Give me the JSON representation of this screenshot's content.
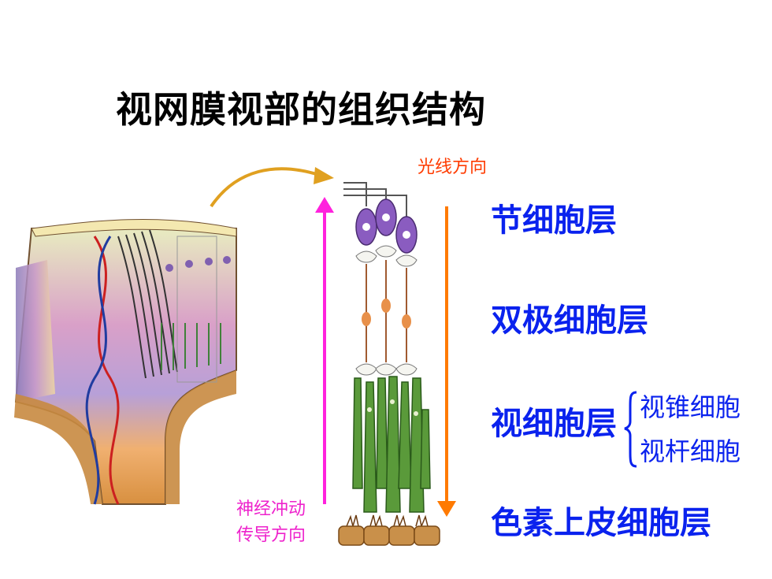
{
  "title": "视网膜视部的组织结构",
  "light_direction_label": "光线方向",
  "nerve_impulse_label": [
    "神经冲动",
    "传导方向"
  ],
  "layers": {
    "ganglion": "节细胞层",
    "bipolar": "双极细胞层",
    "photoreceptor": "视细胞层",
    "pigment": "色素上皮细胞层"
  },
  "photoreceptor_types": [
    "视锥细胞",
    "视杆细胞"
  ],
  "colors": {
    "layer_text": "#0a22ee",
    "light_arrow": "#ff7a00",
    "nerve_arrow": "#ff22dd"
  }
}
